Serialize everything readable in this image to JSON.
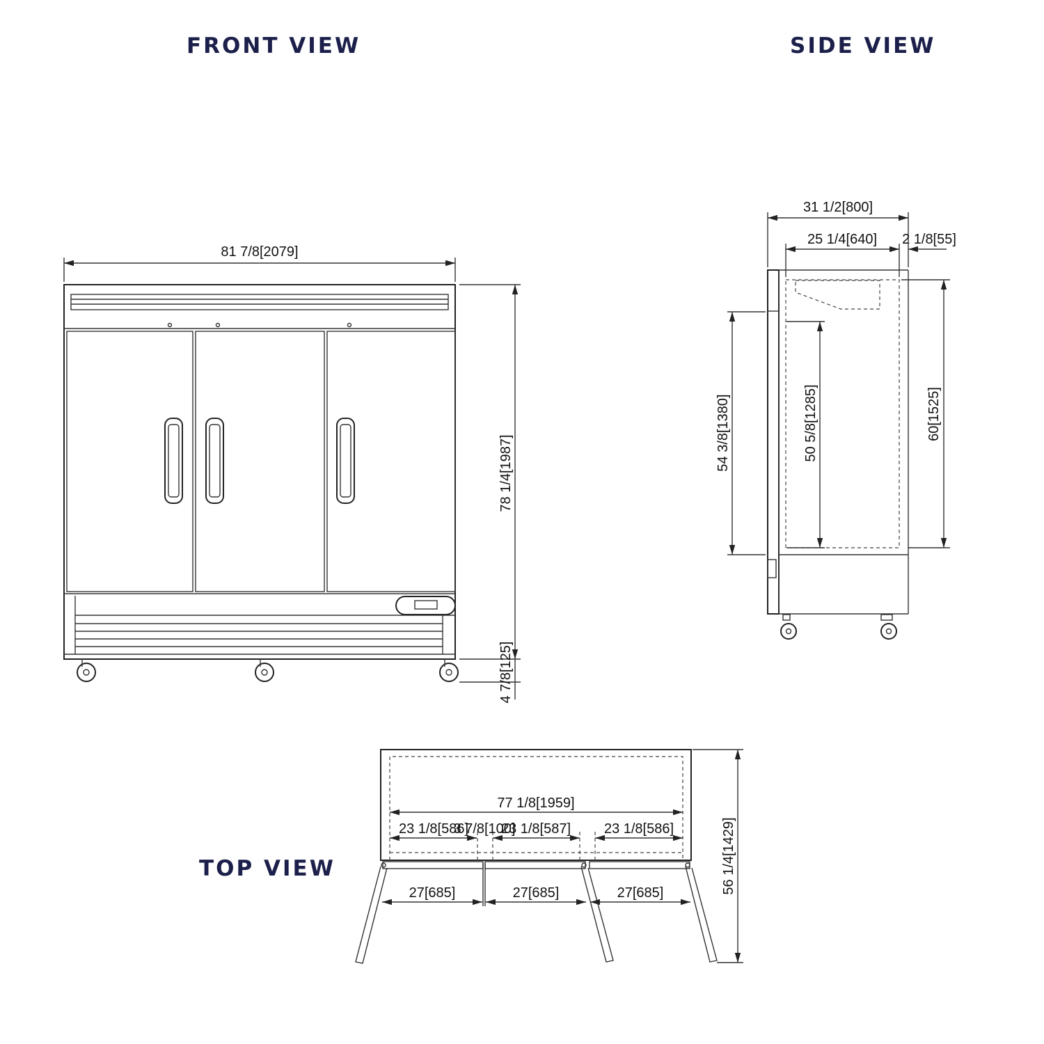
{
  "titles": {
    "front": "FRONT VIEW",
    "side": "SIDE VIEW",
    "top": "TOP VIEW"
  },
  "colors": {
    "title": "#1b1f4a",
    "line": "#333333"
  },
  "front_view": {
    "width": "81 7/8[2079]",
    "height": "78 1/4[1987]",
    "caster_height": "4 7/8[125]"
  },
  "side_view": {
    "depth_overall": "31 1/2[800]",
    "depth_cabinet": "25 1/4[640]",
    "door_depth": "2 1/8[55]",
    "door_height": "54 3/8[1380]",
    "interior_height": "50 5/8[1285]",
    "cabinet_interior_height": "60[1525]"
  },
  "top_view": {
    "interior_width": "77 1/8[1959]",
    "section_1": "23 1/8[586]",
    "mullion": "3 7/8[100]",
    "section_2": "23 1/8[587]",
    "section_3": "23 1/8[586]",
    "door_1": "27[685]",
    "door_2": "27[685]",
    "door_3": "27[685]",
    "depth_open": "56 1/4[1429]"
  }
}
